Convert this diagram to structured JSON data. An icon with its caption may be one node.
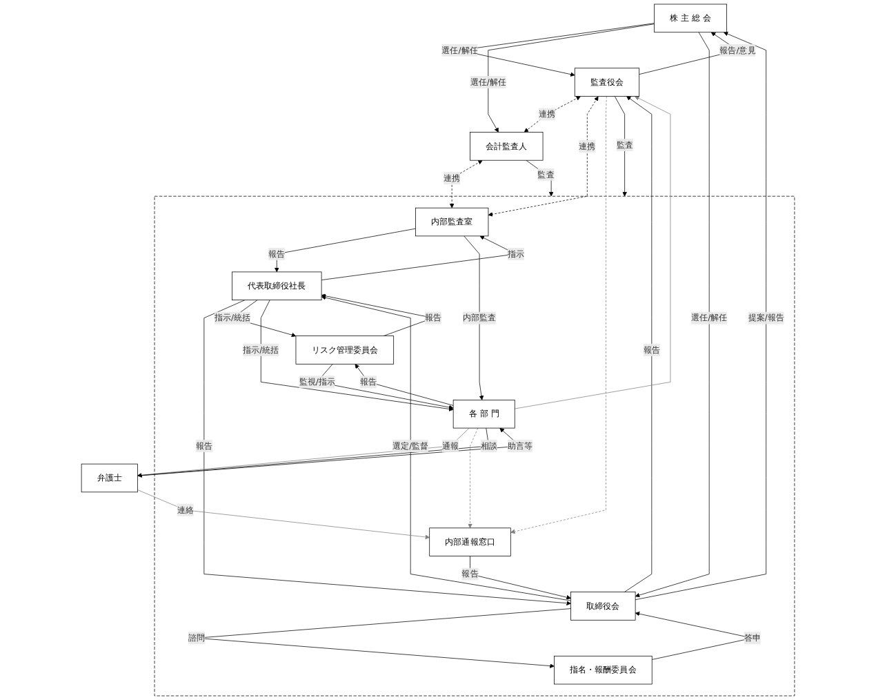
{
  "diagram": {
    "nodes": [
      {
        "text": [
          "株 主 総 会"
        ]
      },
      {
        "text": [
          "監査役会"
        ]
      },
      {
        "text": [
          "会計監査人"
        ]
      },
      {
        "text": [
          "弁護士"
        ]
      },
      {
        "text": [],
        "shape": "box"
      },
      {
        "text": [
          "取締役会"
        ],
        "in": 4
      },
      {
        "text": [
          "指名・報酬委員会"
        ],
        "in": 4
      },
      {
        "text": [
          "代表取締役社長"
        ],
        "in": 4
      },
      {
        "text": [
          "内部監査室"
        ],
        "in": 4
      },
      {
        "text": [
          "リスク管理委員会"
        ],
        "in": 4
      },
      {
        "text": [
          "内部通報窓口"
        ],
        "in": 4
      },
      {
        "text": [
          "各 部 門"
        ],
        "in": 4
      }
    ],
    "edges": [
      {
        "from": 0,
        "to": 1,
        "arrow": "to",
        "label": "選任/解任"
      },
      {
        "from": 1,
        "to": 4,
        "arrow": "to",
        "label": "監査"
      },
      {
        "from": 0,
        "to": 2,
        "arrow": "to",
        "label": "選任/解任"
      },
      {
        "from": 0,
        "to": 5,
        "arrow": "to",
        "label": "選任/解任"
      },
      {
        "from": 1,
        "to": 0,
        "arrow": "to",
        "label": "報告/意見"
      },
      {
        "from": 5,
        "to": 0,
        "arrow": "to",
        "label": "提案/報告"
      },
      {
        "from": 1,
        "to": 2,
        "arrow": "both",
        "label": "連携",
        "style": "dashed"
      },
      {
        "from": 1,
        "to": 8,
        "arrow": "both",
        "label": "連携",
        "style": "dashed"
      },
      {
        "from": 1,
        "to": 10,
        "arrow": "to",
        "style": "dashed",
        "color": "#808080"
      },
      {
        "from": 2,
        "to": 4,
        "arrow": "to",
        "label": "監査"
      },
      {
        "from": 2,
        "to": 8,
        "arrow": "both",
        "label": "連携",
        "style": "dashed"
      },
      {
        "from": 5,
        "to": 1,
        "arrow": "to",
        "label": "報告"
      },
      {
        "from": 5,
        "to": 7,
        "arrow": "to",
        "label": "選定/監督"
      },
      {
        "from": 6,
        "to": 5,
        "arrow": "to",
        "label": "答申"
      },
      {
        "from": 5,
        "to": 6,
        "arrow": "to",
        "label": "諮問"
      },
      {
        "from": 7,
        "to": 5,
        "arrow": "to",
        "label": "報告"
      },
      {
        "from": 7,
        "to": 9,
        "arrow": "to",
        "label": "指示/統括"
      },
      {
        "from": 7,
        "to": 11,
        "arrow": "to",
        "label": "指示/統括"
      },
      {
        "from": 7,
        "to": 8,
        "arrow": "to",
        "label": "指示"
      },
      {
        "from": 8,
        "to": 7,
        "arrow": "to",
        "label": "報告"
      },
      {
        "from": 8,
        "to": 11,
        "arrow": "to",
        "label": "内部監査"
      },
      {
        "from": 9,
        "to": 11,
        "arrow": "to",
        "label": "監視/指示"
      },
      {
        "from": 9,
        "to": 7,
        "arrow": "to",
        "label": "報告"
      },
      {
        "from": 11,
        "to": 9,
        "arrow": "to",
        "label": "報告"
      },
      {
        "from": 11,
        "to": 3,
        "arrow": "to",
        "label": "通報",
        "color": "#808080"
      },
      {
        "from": 11,
        "to": 10,
        "arrow": "to",
        "style": "dashed",
        "color": "#808080"
      },
      {
        "from": 11,
        "to": 1,
        "arrow": "to",
        "color": "#808080"
      },
      {
        "from": 3,
        "to": 10,
        "arrow": "to",
        "label": "連絡",
        "color": "#808080"
      },
      {
        "from": 3,
        "to": 11,
        "arrow": "to",
        "label": "助言等"
      },
      {
        "from": 11,
        "to": 3,
        "arrow": "to",
        "label": "相談"
      },
      {
        "from": 10,
        "to": 5,
        "arrow": "to",
        "label": "報告"
      }
    ]
  }
}
